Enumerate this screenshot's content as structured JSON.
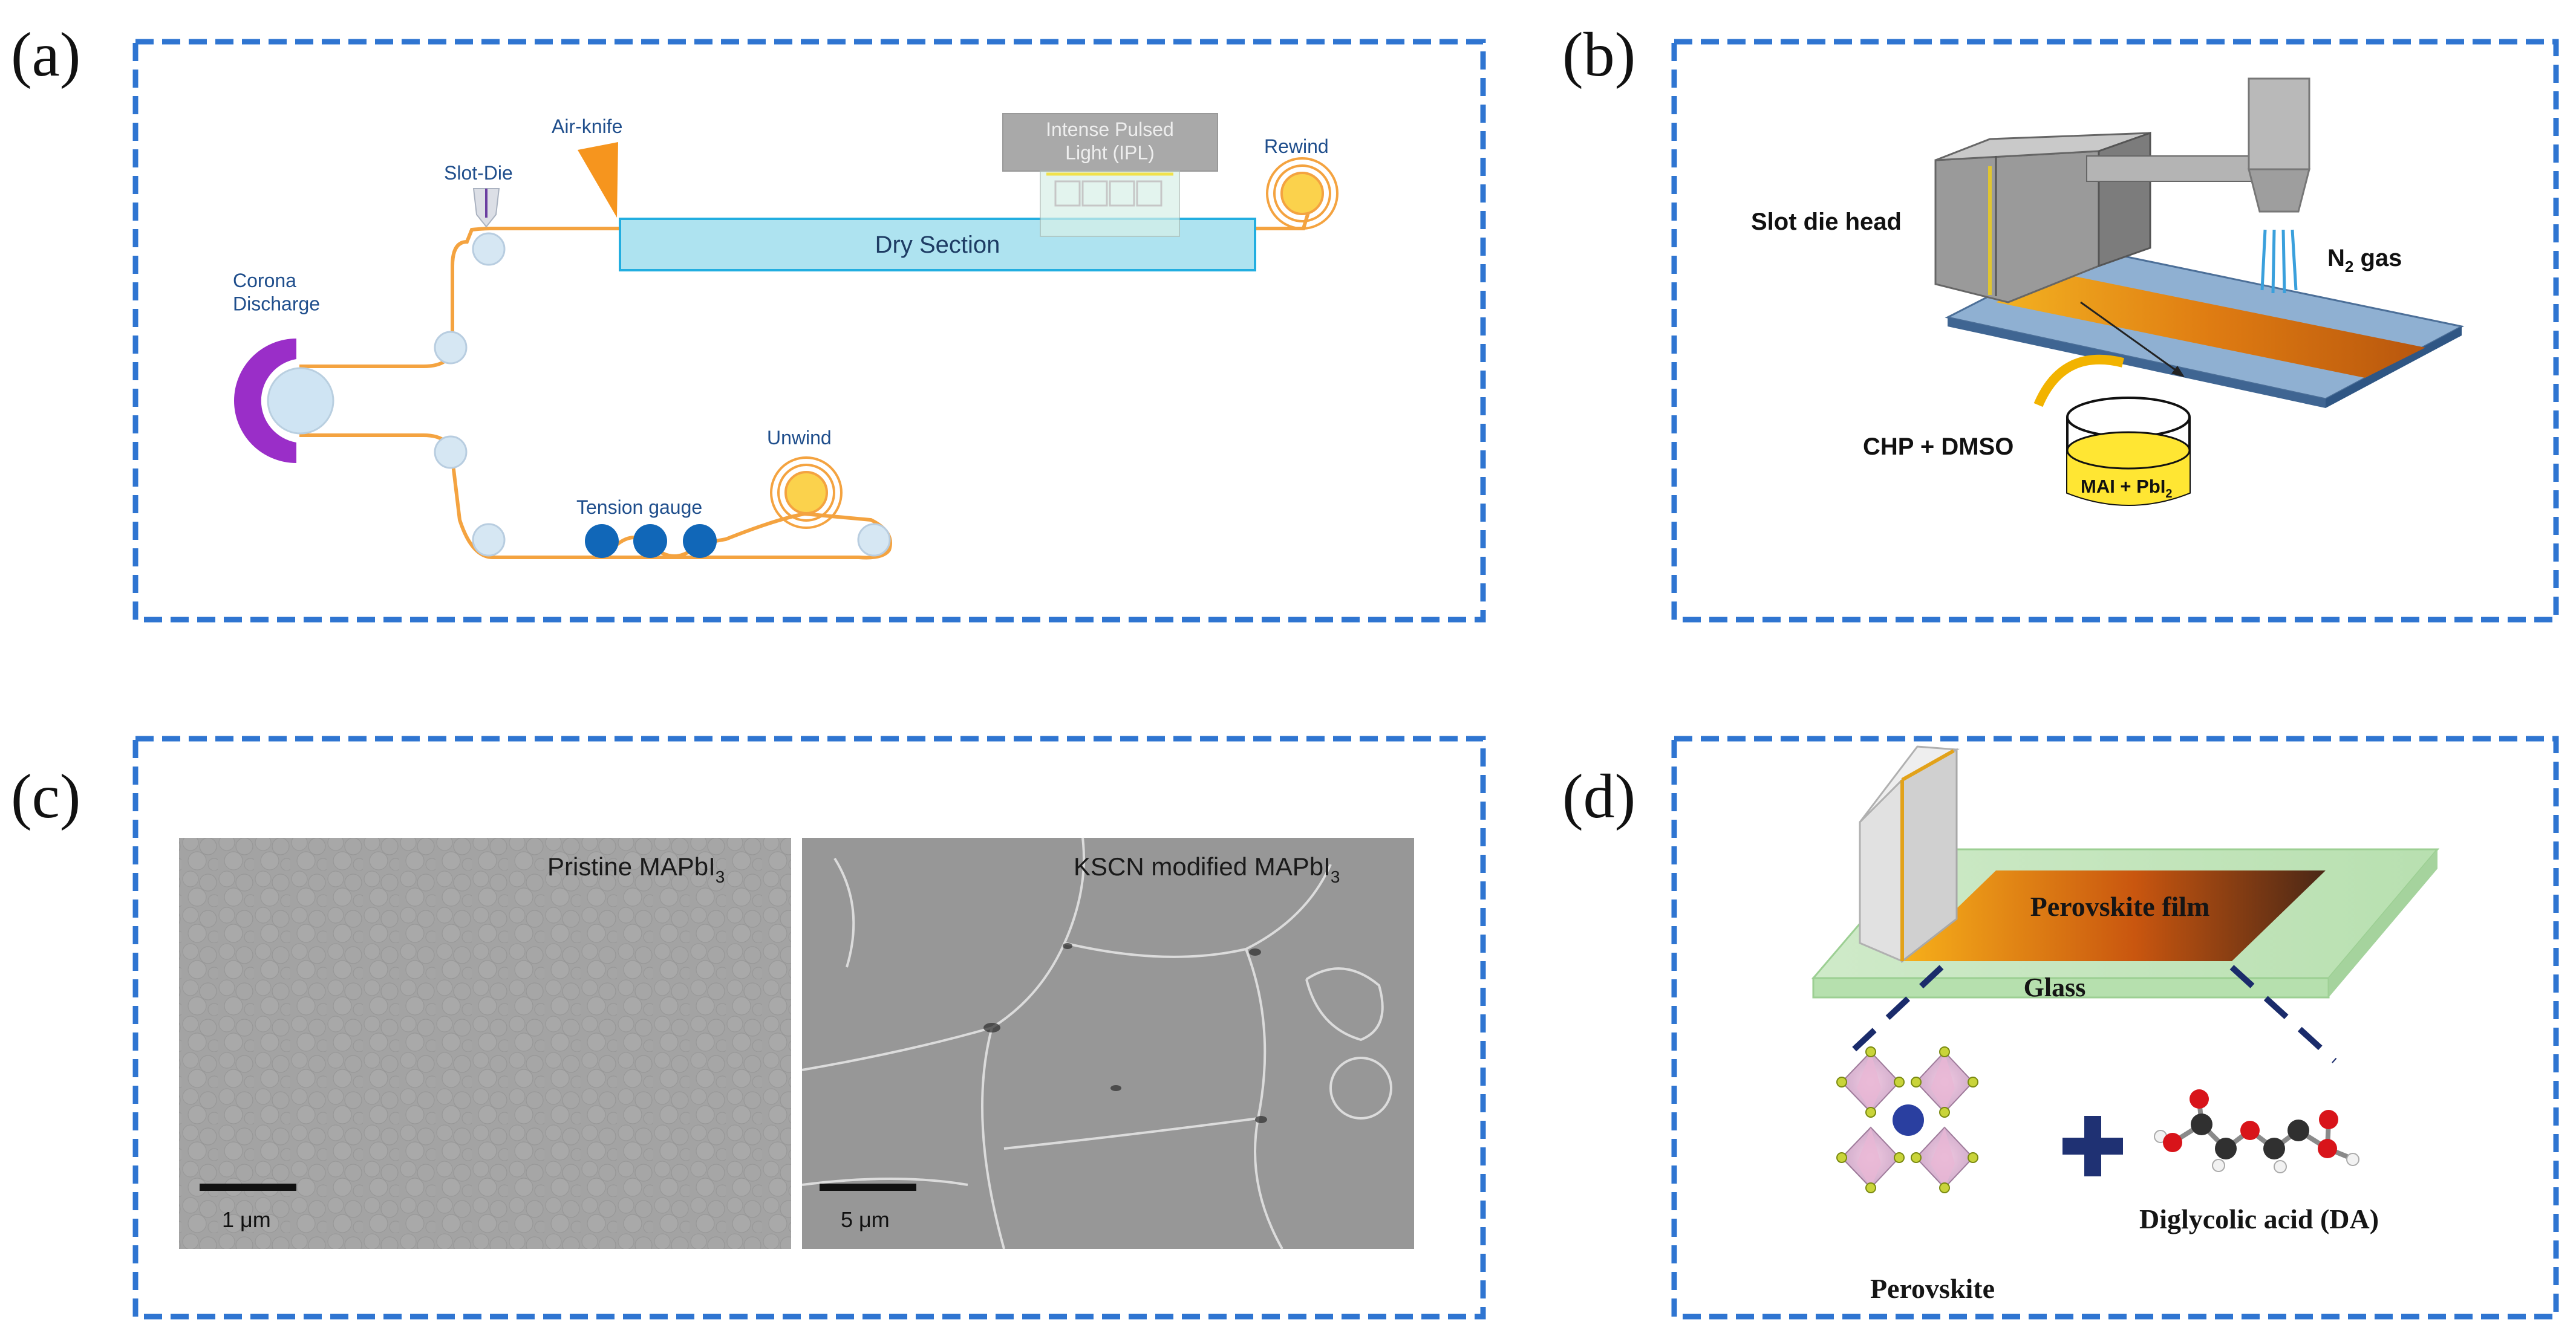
{
  "colors": {
    "frame": "#2f75d1",
    "belt": "#f4a340",
    "dry_fill": "#aee3f0",
    "dry_stroke": "#22aee0",
    "corona": "#9a2ec8",
    "roller": "#d6e7f3",
    "gauge": "#1167b8",
    "label_blue": "#1f4e8c",
    "sem_gray": "#9c9c9c",
    "solution": "#ffe633",
    "film": "#d76d12",
    "glass": "#c8edc2",
    "dashed_connector": "#1a2b6b",
    "plus": "#1f3173"
  },
  "panels": [
    {
      "label": "(a)"
    },
    {
      "label": "(b)"
    },
    {
      "label": "(c)"
    },
    {
      "label": "(d)"
    }
  ],
  "a": {
    "corona": "Corona\nDischarge",
    "slot_die": "Slot-Die",
    "air_knife": "Air-knife",
    "ipl": "Intense Pulsed\nLight (IPL)",
    "rewind": "Rewind",
    "dry_section": "Dry Section",
    "unwind": "Unwind",
    "tension_gauge": "Tension gauge"
  },
  "b": {
    "slot_die_head": "Slot die head",
    "n2_gas": "N",
    "n2_sub": "2",
    "n2_rest": " gas",
    "chp_dmso": "CHP + DMSO",
    "mai_pbi": "MAI + PbI",
    "mai_pbi_sub": "2"
  },
  "c": {
    "left_label": "Pristine MAPbI",
    "left_sub": "3",
    "left_scale": "1 μm",
    "right_label": "KSCN modified MAPbI",
    "right_sub": "3",
    "right_scale": "5 μm"
  },
  "d": {
    "film": "Perovskite film",
    "glass": "Glass",
    "perovskite": "Perovskite",
    "acid": "Diglycolic acid (DA)"
  }
}
